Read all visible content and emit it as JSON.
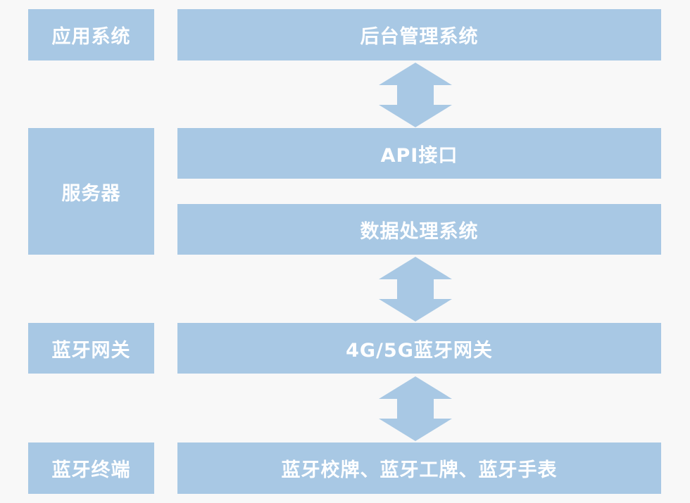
{
  "colors": {
    "background": "#f8f8f8",
    "box_fill": "#a8c8e4",
    "box_text": "#ffffff",
    "arrow_fill": "#a8c8e4"
  },
  "layers": [
    {
      "label": "应用系统",
      "components": [
        "后台管理系统"
      ]
    },
    {
      "label": "服务器",
      "components": [
        "API接口",
        "数据处理系统"
      ]
    },
    {
      "label": "蓝牙网关",
      "components": [
        "4G/5G蓝牙网关"
      ]
    },
    {
      "label": "蓝牙终端",
      "components": [
        "蓝牙校牌、蓝牙工牌、蓝牙手表"
      ]
    }
  ],
  "connectors": [
    {
      "from": "后台管理系统",
      "to": "API接口",
      "icon": "double-headed-vertical-arrow"
    },
    {
      "from": "数据处理系统",
      "to": "4G/5G蓝牙网关",
      "icon": "double-headed-vertical-arrow"
    },
    {
      "from": "4G/5G蓝牙网关",
      "to": "蓝牙校牌、蓝牙工牌、蓝牙手表",
      "icon": "double-headed-vertical-arrow"
    }
  ]
}
